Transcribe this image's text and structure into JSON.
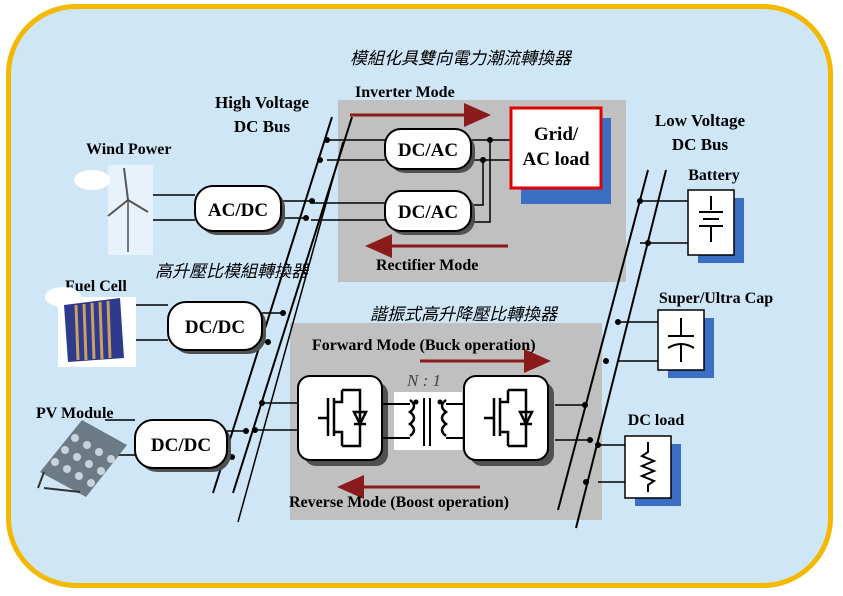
{
  "title_top": "模組化具雙向電力潮流轉換器",
  "title_left": "高升壓比模組轉換器",
  "title_bottom": "諧振式高升降壓比轉換器",
  "hv_bus": [
    "High Voltage",
    "DC Bus"
  ],
  "lv_bus": [
    "Low Voltage",
    "DC Bus"
  ],
  "sources": {
    "wind": "Wind Power",
    "fuel": "Fuel Cell",
    "pv": "PV Module"
  },
  "converters": {
    "acdc": "AC/DC",
    "dcdc_fuel": "DC/DC",
    "dcdc_pv": "DC/DC",
    "dcac_1": "DC/AC",
    "dcac_2": "DC/AC"
  },
  "grid": [
    "Grid/",
    "AC load"
  ],
  "modes": {
    "inverter": "Inverter Mode",
    "rectifier": "Rectifier Mode",
    "forward": "Forward Mode  (Buck operation)",
    "reverse": "Reverse Mode (Boost operation)"
  },
  "transformer_ratio": "N : 1",
  "loads": {
    "battery": "Battery",
    "supercap": "Super/Ultra Cap",
    "dcload": "DC load"
  },
  "colors": {
    "frame_border": "#f5b800",
    "background": "#cfe6f7",
    "arrow": "#8b1a1a",
    "grid_border": "#e00000",
    "shadow": "#3a6fc4",
    "panel": "#c0c0c0"
  }
}
